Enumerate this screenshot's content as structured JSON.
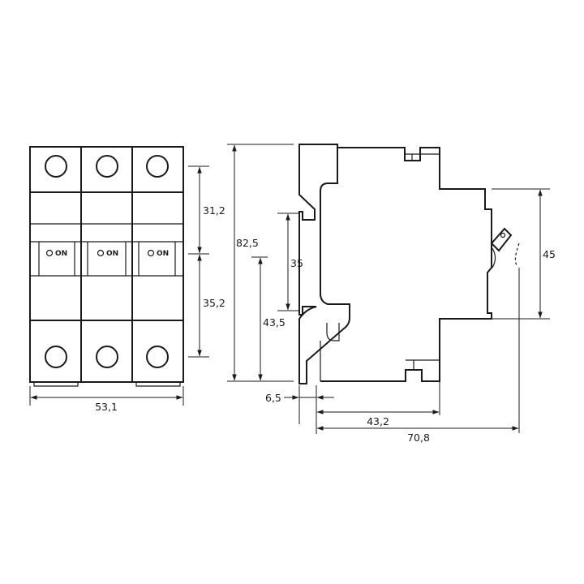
{
  "front_view": {
    "poles": [
      {
        "label": "ON"
      },
      {
        "label": "ON"
      },
      {
        "label": "ON"
      }
    ]
  },
  "dimensions": {
    "front_width": "53,1",
    "front_upper_height": "31,2",
    "front_lower_height": "35,2",
    "total_height": "82,5",
    "rail_height": "35",
    "rail_offset_height": "43,5",
    "toggle_height": "45",
    "rail_depth": "6,5",
    "body_depth": "43,2",
    "total_depth": "70,8"
  },
  "colors": {
    "line": "#1a1a1a",
    "background": "#ffffff"
  }
}
